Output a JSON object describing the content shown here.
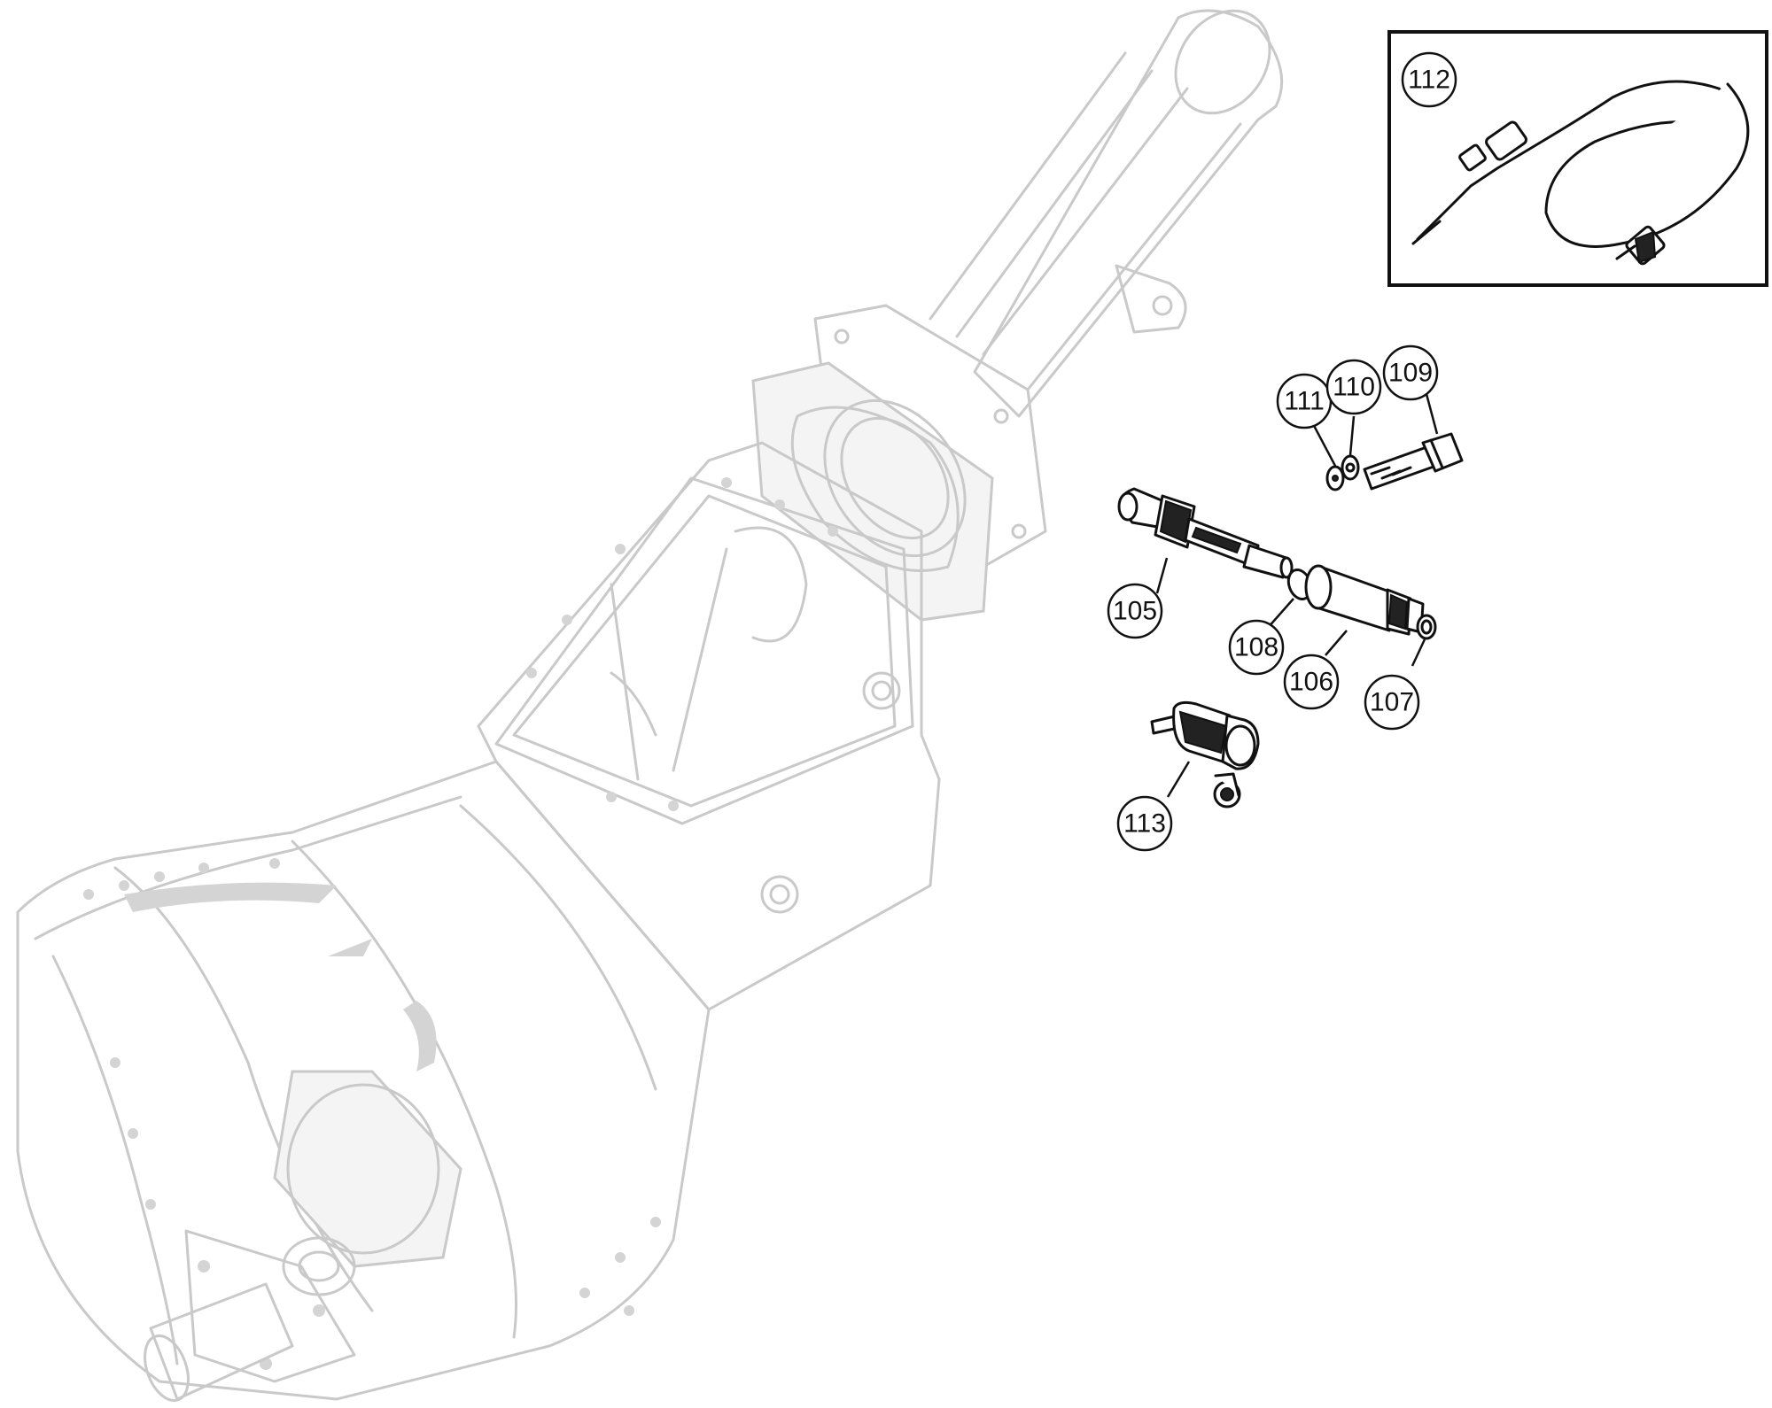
{
  "callouts": {
    "c105": "105",
    "c106": "106",
    "c107": "107",
    "c108": "108",
    "c109": "109",
    "c110": "110",
    "c111": "111",
    "c112": "112",
    "c113": "113"
  },
  "colors": {
    "ghost_line": "#c9c9c9",
    "part_line": "#111111",
    "background": "#ffffff"
  }
}
